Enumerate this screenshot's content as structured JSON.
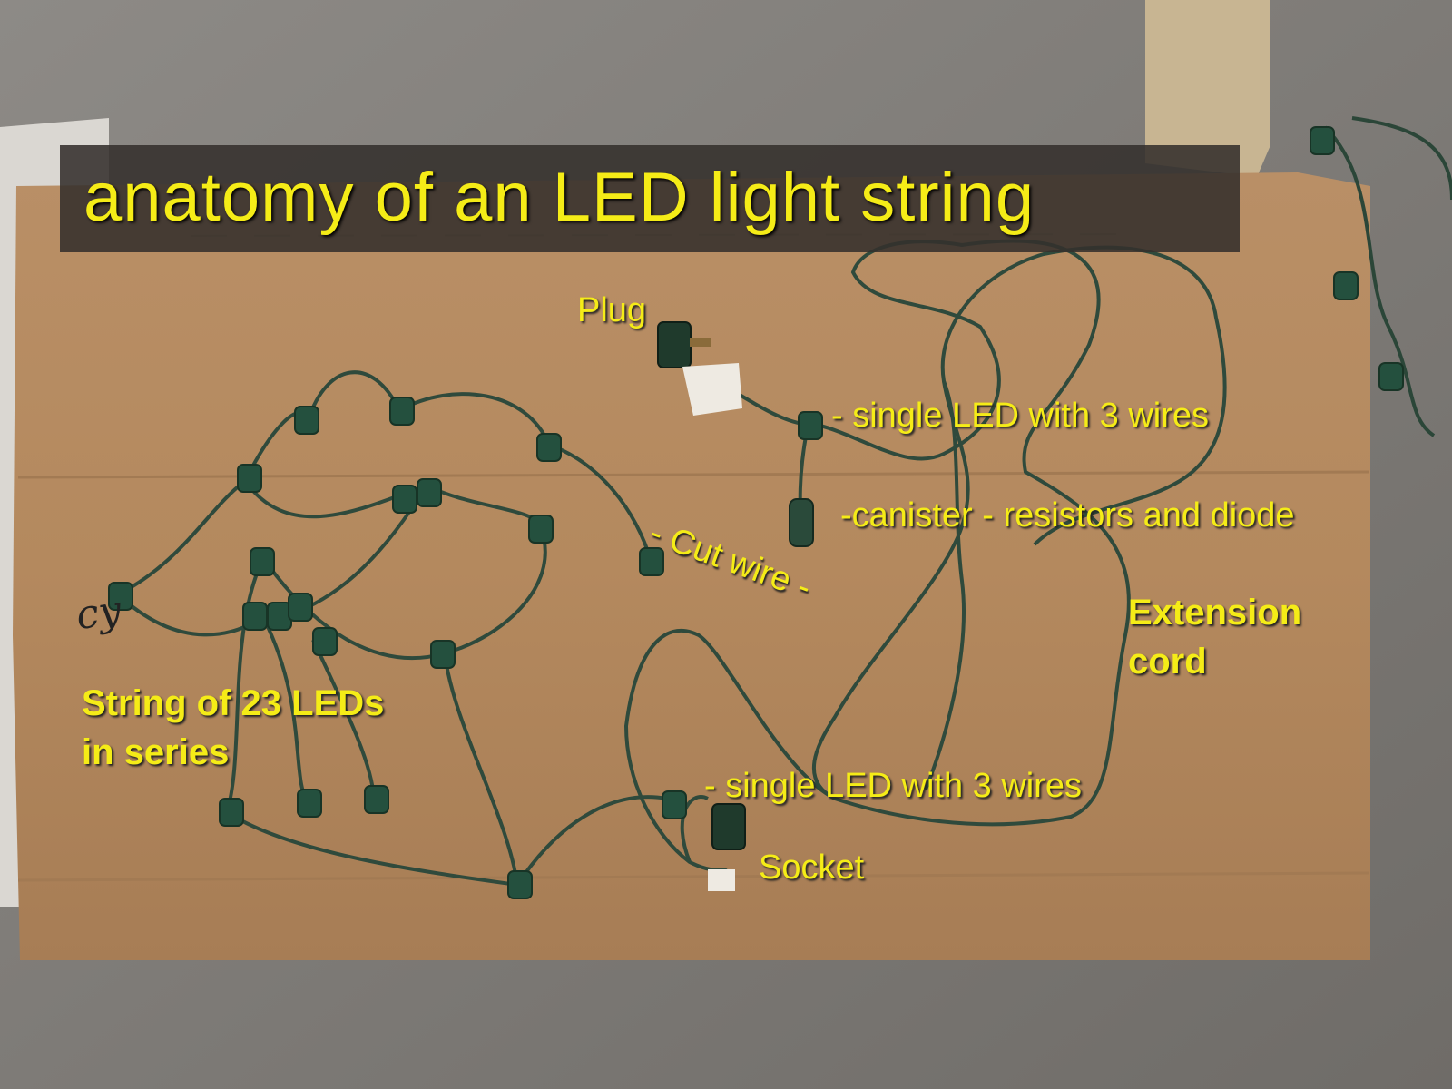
{
  "title": "anatomy of an LED light string",
  "labels": {
    "plug": "Plug",
    "single_led_top": "- single LED with 3 wires",
    "canister": "-canister - resistors and diode",
    "cut_wire": "- Cut wire -",
    "extension_cord": "Extension\ncord",
    "string_of_leds": "String of 23 LEDs\nin series",
    "single_led_bottom": "- single LED with 3 wires",
    "socket": "Socket"
  },
  "handwriting": "cy",
  "colors": {
    "label_text": "#f5ec17",
    "title_band": "#34302c",
    "cardboard": "#b88d62",
    "floor": "#8a8782",
    "wire": "#2f4a3c"
  }
}
